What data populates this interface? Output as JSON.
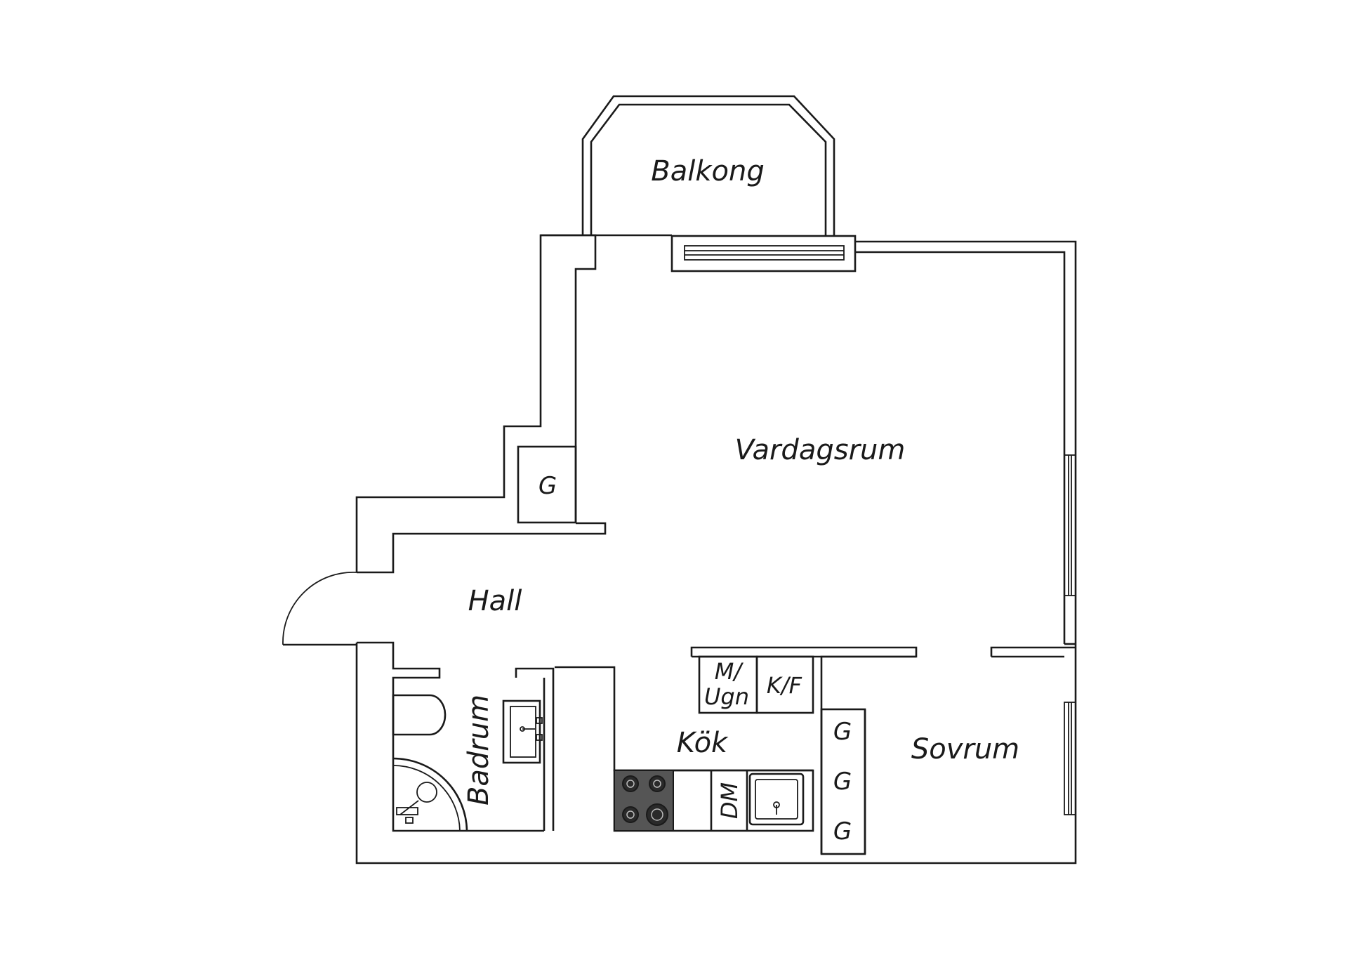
{
  "rooms": {
    "balcony": "Balkong",
    "living": "Vardagsrum",
    "hall": "Hall",
    "kitchen": "Kök",
    "bedroom": "Sovrum",
    "bathroom": "Badrum"
  },
  "fixtures": {
    "wardrobe": "G",
    "microwave_oven_top": "M/",
    "microwave_oven_bottom": "Ugn",
    "fridge_freezer": "K/F",
    "dishwasher": "DM"
  }
}
